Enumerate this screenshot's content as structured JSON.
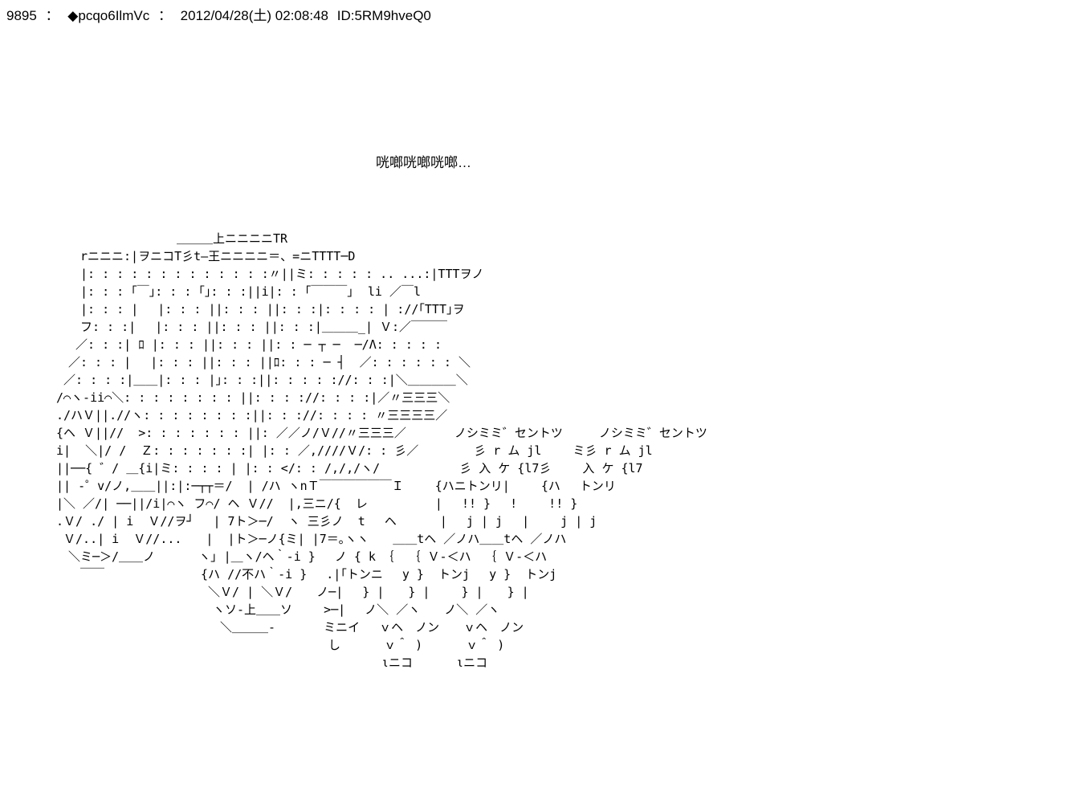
{
  "colors": {
    "background": "#ffffff",
    "text": "#000000"
  },
  "post": {
    "number": "9895",
    "separator": "：",
    "tripcode": "◆pcqo6IlmVc",
    "datetime": "2012/04/28(土) 02:08:48",
    "id_label": "ID:5RM9hveQ0",
    "sound_text": "咣啷咣啷咣啷…",
    "ascii_art": [
      "　　　　　　　　　　　＿＿＿上ニニニニTR",
      "　　　rニニニ:|ヲニコT彡t―王ニニニニ＝、=ニTTTT─D",
      "　　　|: : : : : : : : : : : : :〃||ミ: : : : : .. ...:|TTTヲノ",
      "　　　|: : : ｢￣｣: : : ｢｣: : :||i|: : ｢￣￣￣｣  li ／￣l",
      "　　　|: : : |　 |: : : ||: : : ||: : :|: : : : | ://｢TTT｣ヲ",
      "　　　フ: : :|　 |: : : ||: : : ||: : :|＿＿＿_| Ｖ:／￣￣￣",
      "　　 ／: : :| ﾛ |: : : ||: : : ||: : ─ ┬ ─  ─/Λ: : : : :",
      "　　／: : : |　 |: : : ||: : : ||ﾛ: : : ─ ┤  ／: : : : : : ＼",
      "　 ／: : : :|＿＿|: : : |｣: : :||: : : : ://: : :|＼＿＿＿＿＼",
      "　/⌒ヽ-ii⌒＼: : : : : : : : ||: : : ://: : : :|／〃三三三＼",
      "　./ハＶ||.//ヽ: : : : : : : :||: : ://: : : : 〃三三三三／",
      "　{ヘ Ｖ||//  >: : : : : : : ||: ／／ノ/Ｖ//〃三三三／　　　　ノシミミ゛セントツ　　　ノシミミ゛セントツ",
      "　i|  ＼|/ /  Ｚ: : : : : : :| |: : ／,////Ｖ/: : 彡／　　　　 彡 r ム jl　　 ミ彡 r ム jl",
      "　||──{ ゛/ ＿{i|ミ: : : : | |: : </: : /,/,/ヽ/　　　　　　 彡 入 ケ {l7彡　　 入 ケ {l7",
      "　|| -゜v/ノ,＿＿||:|:─┬┬＝/  | /ハ ヽnＴ￣￣￣￣￣￣Ｉ　　 {ハニトンリ|　　 {ハ 　トンリ",
      "　|＼ ／/| ──||/i|⌒ヽ フ⌒/ ヘ Ｖ//  |,三ニ/{  レ　　　　　 |　 !! }　 !　　 !! }",
      "　.Ｖ/ ./ | i  Ｖ//ヲ┘　 | 7ト＞─/  ヽ 三彡ノ  t 　ヘ　　　 |　 j | j　 |　　 j | j",
      "　 Ｖ/..| i  Ｖ//...　　|  |ト＞─ノ{ミ| |7＝｡ヽヽ　　＿＿tヘ ／ノハ＿＿tヘ ／ノハ",
      "　　＼ミ─＞/＿＿ノ　　　 ヽ｣ |＿ヽ/ヘ｀-i }　 ノ { k　｛  ｛ Ｖ-＜ハ 　｛ Ｖ-＜ハ",
      "　　　￣￣　　　　　　　　{ハ //不ハ｀-i }　 .|｢トンニ　 y }  トンj 　y }  トンj",
      "　　　　　　　　　　　　　 ＼Ｖ/ | ＼Ｖ/　　ノ─|　 } |　　} |　　 } |　　} |",
      "　　　　　　　　　　　　　　ヽソ-上＿＿ソ　　 >─|　 ノ＼ ／ヽ　　ノ＼ ／ヽ",
      "　　　　　　　　　　　　　　 ＼＿＿＿‐　　　　ミニイ　 ｖヘ　ノン　　ｖヘ　ノン",
      "　　　　　　　　　　　　　　　　　　　　　　　 し　　　 ｖ＾ )　　　 ｖ＾ )",
      "　　　　　　　　　　　　　　　　　　　　　　　　　　　　ιニコ　　　 ιニコ"
    ]
  }
}
